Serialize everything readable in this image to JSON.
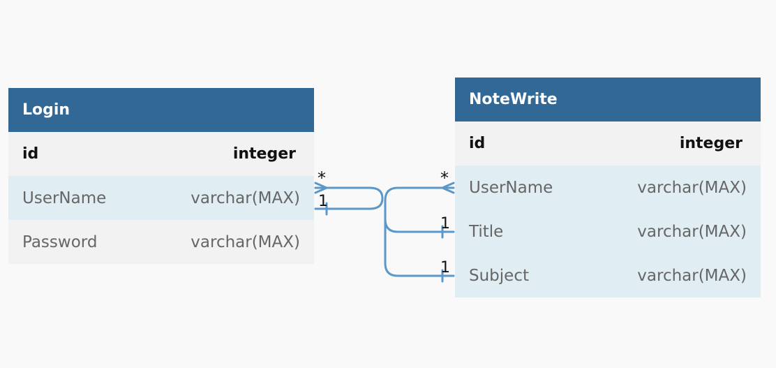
{
  "tables": [
    {
      "name": "Login",
      "columns": [
        {
          "name": "id",
          "type": "integer",
          "pk": true
        },
        {
          "name": "UserName",
          "type": "varchar(MAX)"
        },
        {
          "name": "Password",
          "type": "varchar(MAX)"
        }
      ]
    },
    {
      "name": "NoteWrite",
      "columns": [
        {
          "name": "id",
          "type": "integer",
          "pk": true
        },
        {
          "name": "UserName",
          "type": "varchar(MAX)"
        },
        {
          "name": "Title",
          "type": "varchar(MAX)"
        },
        {
          "name": "Subject",
          "type": "varchar(MAX)"
        }
      ]
    }
  ],
  "relationships": {
    "login_username_side": {
      "many": "*",
      "one": "1"
    },
    "notewrite_username_side": {
      "many": "*"
    },
    "notewrite_title_side": {
      "one": "1"
    },
    "notewrite_subject_side": {
      "one": "1"
    }
  },
  "colors": {
    "header": "#316896",
    "connector": "#5b98c9",
    "highlight_row": "#e0edf2",
    "plain_row": "#f2f2f2",
    "background": "#f9f9f9"
  }
}
